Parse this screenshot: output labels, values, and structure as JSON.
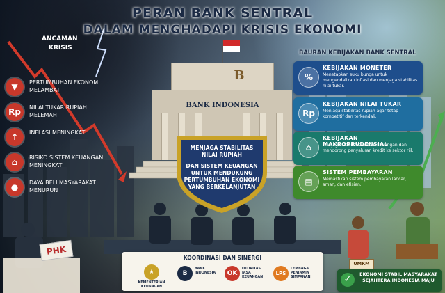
{
  "title": {
    "line1": "PERAN BANK SENTRAL",
    "line2": "DALAM MENGHADAPI KRISIS EKONOMI"
  },
  "crisis": {
    "title_line1": "ANCAMAN",
    "title_line2": "KRISIS",
    "items": [
      {
        "icon": "falling-bars-icon",
        "glyph": "▼",
        "label": "PERTUMBUHAN EKONOMI MELAMBAT"
      },
      {
        "icon": "rupiah-down-icon",
        "glyph": "Rp",
        "label": "NILAI TUKAR RUPIAH MELEMAH"
      },
      {
        "icon": "shopping-cart-icon",
        "glyph": "↑",
        "label": "INFLASI MENINGKAT"
      },
      {
        "icon": "bank-icon",
        "glyph": "⌂",
        "label": "RISIKO SISTEM KEUANGAN MENINGKAT"
      },
      {
        "icon": "people-icon",
        "glyph": "●",
        "label": "DAYA BELI MASYARAKAT MENURUN"
      }
    ],
    "color": "#c8382b"
  },
  "building": {
    "logo_glyph": "B",
    "name": "BANK INDONESIA"
  },
  "shield": {
    "line1": "MENJAGA STABILITAS NILAI RUPIAH",
    "line2": "DAN SISTEM KEUANGAN UNTUK MENDUKUNG PERTUMBUHAN EKONOMI YANG BERKELANJUTAN"
  },
  "policy": {
    "title": "BAURAN KEBIJAKAN BANK SENTRAL",
    "items": [
      {
        "icon": "percent-icon",
        "glyph": "%",
        "title": "KEBIJAKAN MONETER",
        "desc": "Menetapkan suku bunga untuk mengendalikan inflasi dan menjaga stabilitas nilai tukar."
      },
      {
        "icon": "rupiah-icon",
        "glyph": "Rp",
        "title": "KEBIJAKAN NILAI TUKAR",
        "desc": "Menjaga stabilitas rupiah agar tetap kompetitif dan terkendali."
      },
      {
        "icon": "bank-icon",
        "glyph": "⌂",
        "title": "KEBIJAKAN MAKROPRUDENSIAL",
        "desc": "Menjaga stabilitas sistem keuangan dan mendorong penyaluran kredit ke sektor riil."
      },
      {
        "icon": "payment-icon",
        "glyph": "▤",
        "title": "SISTEM PEMBAYARAN",
        "desc": "Memastikan sistem pembayaran lancar, aman, dan efisien."
      }
    ]
  },
  "coordination": {
    "title": "KOORDINASI DAN SINERGI",
    "institutions": [
      {
        "icon": "kemenkeu-logo-icon",
        "glyph": "★",
        "color": "#c9a227",
        "name": "KEMENTERIAN KEUANGAN"
      },
      {
        "icon": "bi-logo-icon",
        "glyph": "B",
        "color": "#1b2a44",
        "name": "BANK INDONESIA"
      },
      {
        "icon": "ojk-logo-icon",
        "glyph": "OK",
        "color": "#c8382b",
        "name": "OTORITAS JASA KEUANGAN"
      },
      {
        "icon": "lps-logo-icon",
        "glyph": "LPS",
        "color": "#e07a20",
        "name": "LEMBAGA PENJAMIN SIMPANAN"
      }
    ]
  },
  "scene": {
    "phk_sign": "PHK",
    "umkm_sign": "UMKM"
  },
  "outcome": {
    "glyph": "✓",
    "text": "EKONOMI STABIL MASYARAKAT SEJAHTERA INDONESIA MAJU"
  }
}
